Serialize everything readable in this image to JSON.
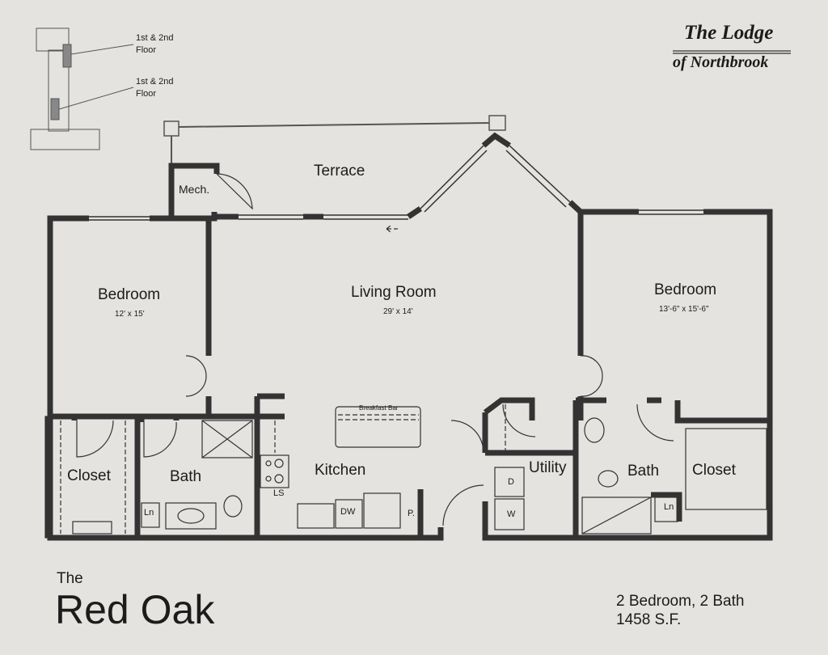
{
  "brand": {
    "line1": "The Lodge",
    "line2": "of Northbrook"
  },
  "keyplan": {
    "label1": "1st & 2nd Floor",
    "label2": "1st & 2nd Floor"
  },
  "rooms": {
    "terrace": "Terrace",
    "mech": "Mech.",
    "bedroom_left": {
      "name": "Bedroom",
      "dim": "12' x 15'"
    },
    "living": {
      "name": "Living Room",
      "dim": "29' x 14'"
    },
    "bedroom_right": {
      "name": "Bedroom",
      "dim": "13'-6\" x 15'-6\""
    },
    "closet_left": "Closet",
    "bath_left": "Bath",
    "kitchen": "Kitchen",
    "breakfast_bar": "Breakfast Bar",
    "utility": "Utility",
    "bath_right": "Bath",
    "closet_right": "Closet"
  },
  "fixtures": {
    "ln_left": "Ln",
    "ln_right": "Ln",
    "ls": "LS",
    "dw": "DW",
    "pantry": "P.",
    "dryer": "D",
    "washer": "W"
  },
  "title": {
    "the": "The",
    "name": "Red Oak"
  },
  "summary": {
    "beds_baths": "2 Bedroom, 2 Bath",
    "area": "1458 S.F."
  }
}
